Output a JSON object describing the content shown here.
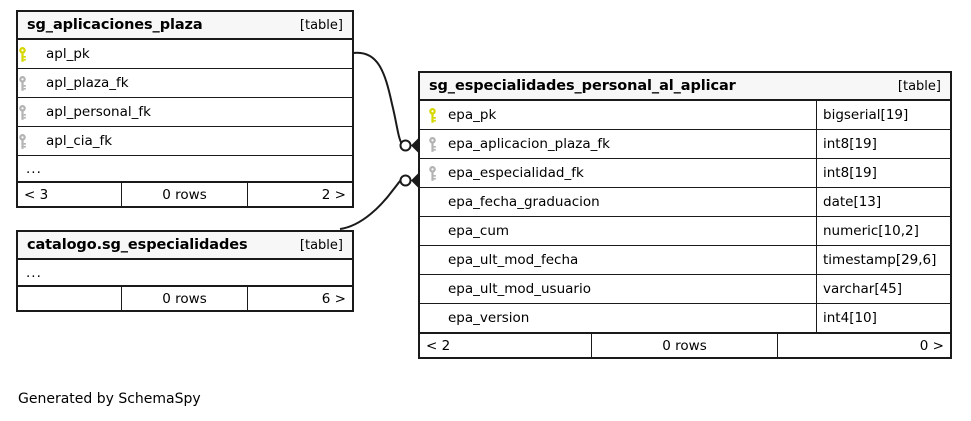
{
  "diagram": {
    "credit": "Generated by SchemaSpy",
    "table_tag": "[table]",
    "ellipsis": "...",
    "colors": {
      "primary_key": "#d7d700",
      "foreign_key": "#b3b3b3",
      "border": "#1a1a1a",
      "header_bg": "#f7f7f7",
      "background": "#ffffff"
    }
  },
  "tables": [
    {
      "name": "sg_aplicaciones_plaza",
      "tag": "[table]",
      "columns": [
        {
          "key": "pk",
          "name": "apl_pk",
          "type": ""
        },
        {
          "key": "fk",
          "name": "apl_plaza_fk",
          "type": ""
        },
        {
          "key": "fk",
          "name": "apl_personal_fk",
          "type": ""
        },
        {
          "key": "fk",
          "name": "apl_cia_fk",
          "type": ""
        }
      ],
      "has_ellipsis": true,
      "footer": {
        "left": "< 3",
        "middle": "0 rows",
        "right": "2 >"
      }
    },
    {
      "name": "catalogo.sg_especialidades",
      "tag": "[table]",
      "columns": [],
      "has_ellipsis": true,
      "footer": {
        "left": "",
        "middle": "0 rows",
        "right": "6 >"
      }
    },
    {
      "name": "sg_especialidades_personal_al_aplicar",
      "tag": "[table]",
      "columns": [
        {
          "key": "pk",
          "name": "epa_pk",
          "type": "bigserial[19]"
        },
        {
          "key": "fk",
          "name": "epa_aplicacion_plaza_fk",
          "type": "int8[19]"
        },
        {
          "key": "fk",
          "name": "epa_especialidad_fk",
          "type": "int8[19]"
        },
        {
          "key": "",
          "name": "epa_fecha_graduacion",
          "type": "date[13]"
        },
        {
          "key": "",
          "name": "epa_cum",
          "type": "numeric[10,2]"
        },
        {
          "key": "",
          "name": "epa_ult_mod_fecha",
          "type": "timestamp[29,6]"
        },
        {
          "key": "",
          "name": "epa_ult_mod_usuario",
          "type": "varchar[45]"
        },
        {
          "key": "",
          "name": "epa_version",
          "type": "int4[10]"
        }
      ],
      "has_ellipsis": false,
      "footer": {
        "left": "< 2",
        "middle": "0 rows",
        "right": "0 >"
      }
    }
  ],
  "relationships": [
    {
      "from": "sg_aplicaciones_plaza.apl_pk",
      "to": "sg_especialidades_personal_al_aplicar.epa_aplicacion_plaza_fk"
    },
    {
      "from": "catalogo.sg_especialidades",
      "to": "sg_especialidades_personal_al_aplicar.epa_especialidad_fk"
    }
  ]
}
